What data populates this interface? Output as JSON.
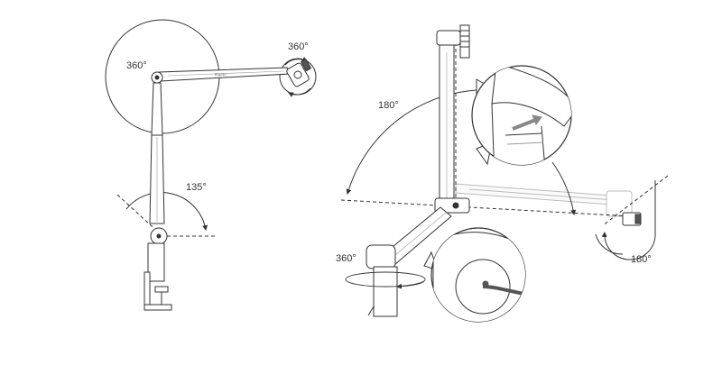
{
  "colors": {
    "line": "#333333",
    "thin": "#555555",
    "light": "#aaaaaa",
    "fill": "#ffffff",
    "ghost": "#bdbdbd"
  },
  "left_figure": {
    "label_large_circle": "360°",
    "label_end_circle": "360°",
    "label_base_angle": "135°",
    "brand_text": "Elgato"
  },
  "right_figure": {
    "label_top_angle": "180°",
    "label_head_angle": "180°",
    "label_base_rotation": "360°"
  }
}
